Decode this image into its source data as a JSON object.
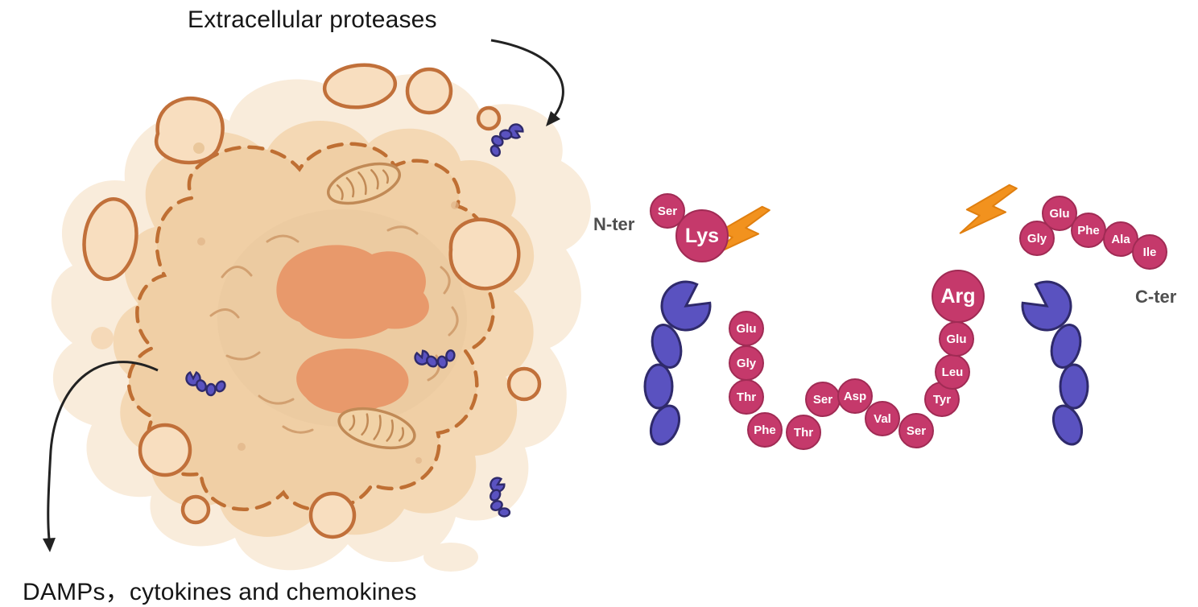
{
  "labels": {
    "extracellular_proteases": "Extracellular proteases",
    "damps": "DAMPs，cytokines and chemokines",
    "n_ter": "N-ter",
    "c_ter": "C-ter"
  },
  "peptide": {
    "residues": [
      "Ser",
      "Lys",
      "Glu",
      "Gly",
      "Thr",
      "Phe",
      "Thr",
      "Ser",
      "Asp",
      "Val",
      "Ser",
      "Tyr",
      "Leu",
      "Glu",
      "Arg",
      "Gly",
      "Glu",
      "Phe",
      "Ala",
      "Ile"
    ],
    "cleavage_residues": [
      "Lys",
      "Arg"
    ]
  },
  "icons": {
    "protease": "pacman-protease-icon",
    "cleavage": "lightning-bolt-icon",
    "arrow": "curved-arrow-icon"
  },
  "colors": {
    "residue_fill": "#c5396b",
    "residue_border": "#a02b54",
    "protease_fill": "#5a52c0",
    "protease_border": "#2f2a6b",
    "lightning": "#f2921e",
    "cell_body": "#f4d8b4",
    "cell_halo": "#f9ecdb",
    "membrane_dash": "#bf6f33",
    "nucleus": "#e8996b",
    "vesicle_stroke": "#c1703a",
    "arrow": "#222222"
  }
}
